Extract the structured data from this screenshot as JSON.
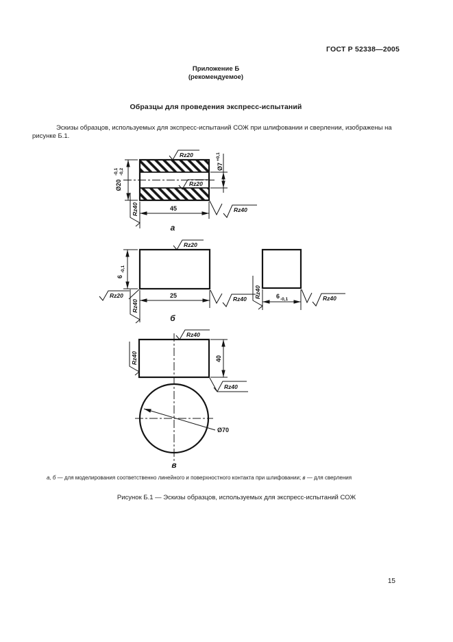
{
  "page": {
    "header": "ГОСТ Р 52338—2005",
    "appendix_title": "Приложение Б",
    "appendix_subtitle": "(рекомендуемое)",
    "section_title": "Образцы для проведения экспресс-испытаний",
    "intro_line1": "Эскизы образцов, используемых для экспресс-испытаний СОЖ при шлифовании и сверлении, изображены на",
    "intro_line2": "рисунке Б.1.",
    "footnote": {
      "labels_ab": "а, б",
      "text_ab": " — для моделирования соответственно линейного и поверхностного контакта при шлифовании; ",
      "label_v": "в",
      "text_v": " — для сверления"
    },
    "caption": "Рисунок Б.1 — Эскизы образцов, используемых для экспресс-испытаний СОЖ",
    "page_number": "15"
  },
  "figures": {
    "a": {
      "label": "а",
      "roughness_top": "Rz20",
      "roughness_bore": "Rz20",
      "roughness_end_left": "Rz40",
      "roughness_end_right": "Rz40",
      "dim_outer_dia": "Ø20",
      "dim_outer_tol_upper": "-0,1",
      "dim_outer_tol_lower": "-0,2",
      "dim_bore_dia": "Ø7",
      "dim_bore_tol": "+0,1",
      "dim_length": "45"
    },
    "b": {
      "label": "б",
      "roughness_top": "Rz20",
      "roughness_side": "Rz20",
      "roughness_end_left": "Rz40",
      "roughness_end_right": "Rz40",
      "dim_height": "6",
      "dim_height_tol": "-0,1",
      "dim_length": "25",
      "side": {
        "roughness_left": "Rz40",
        "roughness_right": "Rz40",
        "dim_width": "6",
        "dim_width_tol": "-0,1"
      }
    },
    "v": {
      "label": "в",
      "roughness_top": "Rz40",
      "roughness_left": "Rz40",
      "roughness_bottom": "Rz40",
      "dim_height": "40",
      "dim_dia": "Ø70"
    }
  },
  "colors": {
    "ink": "#1a1a1a",
    "line": "#141414",
    "paper": "#ffffff"
  }
}
